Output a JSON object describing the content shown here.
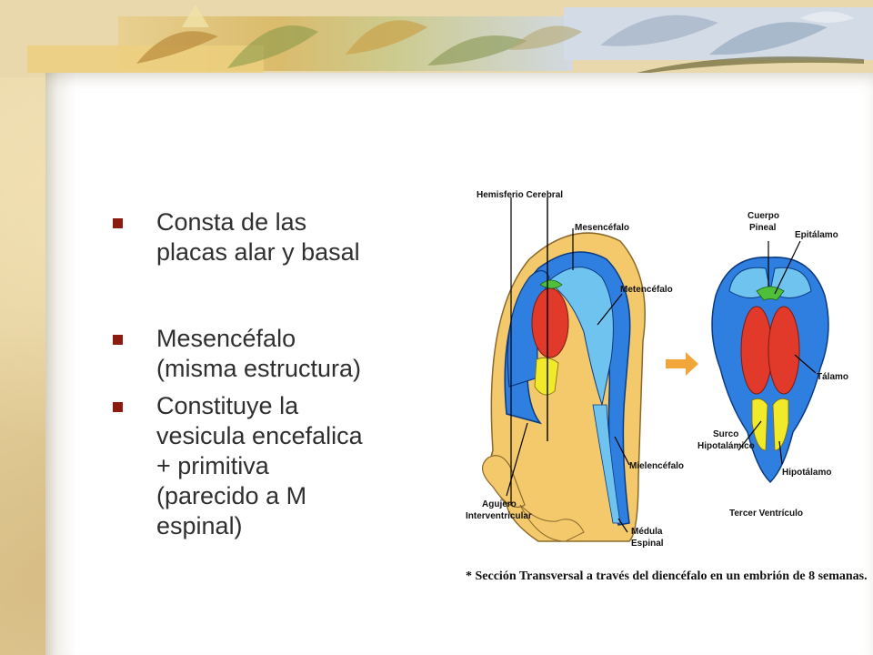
{
  "bullets": [
    {
      "text": "Consta de las\nplacas alar y basal"
    },
    {
      "text": "Mesencéfalo\n(misma estructura)"
    },
    {
      "text": "Constituye la\nvesicula encefalica\n+ primitiva\n(parecido a M\nespinal)"
    }
  ],
  "diagram": {
    "labels": {
      "hemisferio_cerebral": "Hemisferio Cerebral",
      "mesencefalo": "Mesencéfalo",
      "metencefalo": "Metencéfalo",
      "mielencefalo": "Mielencéfalo",
      "medula_1": "Médula",
      "medula_2": "Espinal",
      "agujero_1": "Agujero",
      "agujero_2": "Interventricular",
      "cuerpo_1": "Cuerpo",
      "cuerpo_2": "Pineal",
      "epitalamo": "Epitálamo",
      "talamo": "Tálamo",
      "surco_1": "Surco",
      "surco_2": "Hipotalámico",
      "hipotalamo": "Hipotálamo",
      "tercer_ventriculo": "Tercer Ventrículo"
    },
    "caption": "* Sección Transversal a través del diencéfalo en un embrión de 8 semanas."
  },
  "colors": {
    "bullet": "#8b1a10",
    "embryo_tan": "#f3c96c",
    "brain_blue": "#2f7fe0",
    "ventricle_light_blue": "#6fc3ef",
    "thalamus_red": "#e23a2a",
    "hypothalamus_yellow": "#f0ea2a",
    "epithalamus_green": "#4fbf3a",
    "arrow_orange": "#f0a63a"
  }
}
